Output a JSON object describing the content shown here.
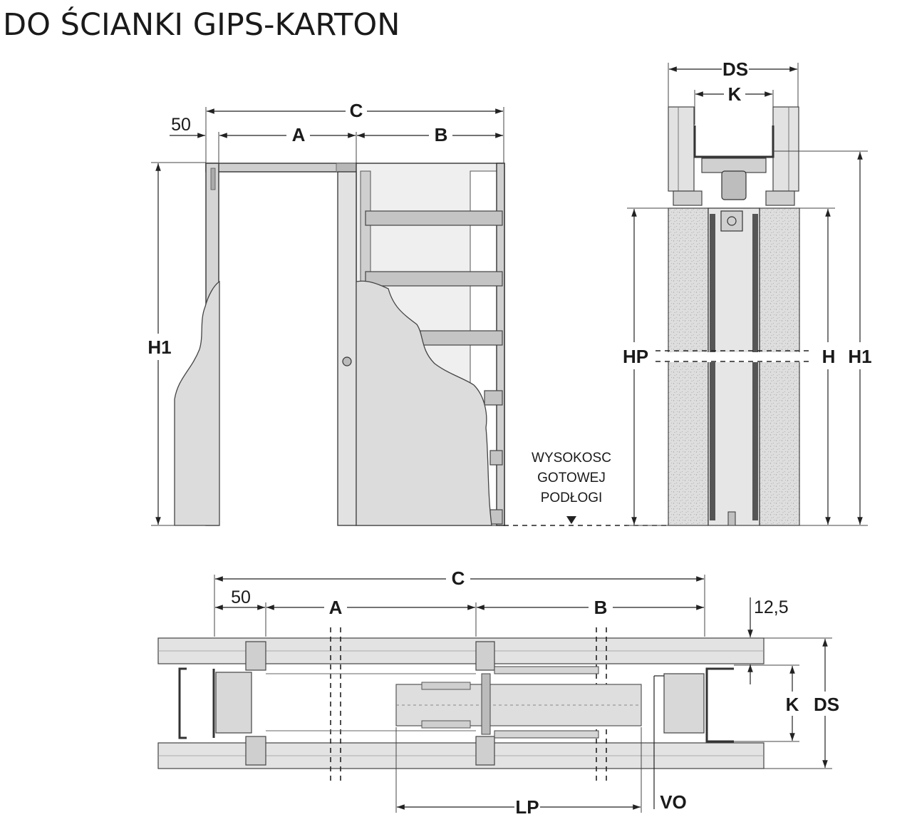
{
  "title": "DO ŚCIANKI GIPS-KARTON",
  "front_view": {
    "dim_c": "C",
    "dim_a": "A",
    "dim_b": "B",
    "dim_50": "50",
    "dim_h1": "H1"
  },
  "section_view": {
    "dim_ds": "DS",
    "dim_k": "K",
    "dim_hp": "HP",
    "dim_h": "H",
    "dim_h1": "H1"
  },
  "floor_note": {
    "line1": "WYSOKOSC",
    "line2": "GOTOWEJ",
    "line3": "PODŁOGI"
  },
  "plan_view": {
    "dim_c": "C",
    "dim_50": "50",
    "dim_a": "A",
    "dim_b": "B",
    "dim_12_5": "12,5",
    "dim_k": "K",
    "dim_ds": "DS",
    "dim_lp": "LP",
    "dim_vo": "VO"
  },
  "colors": {
    "ink": "#1a1a1a",
    "panel_fill": "#dcdcdc",
    "board_fill": "#e3e3e3",
    "frame_fill": "#c8c8c8"
  }
}
